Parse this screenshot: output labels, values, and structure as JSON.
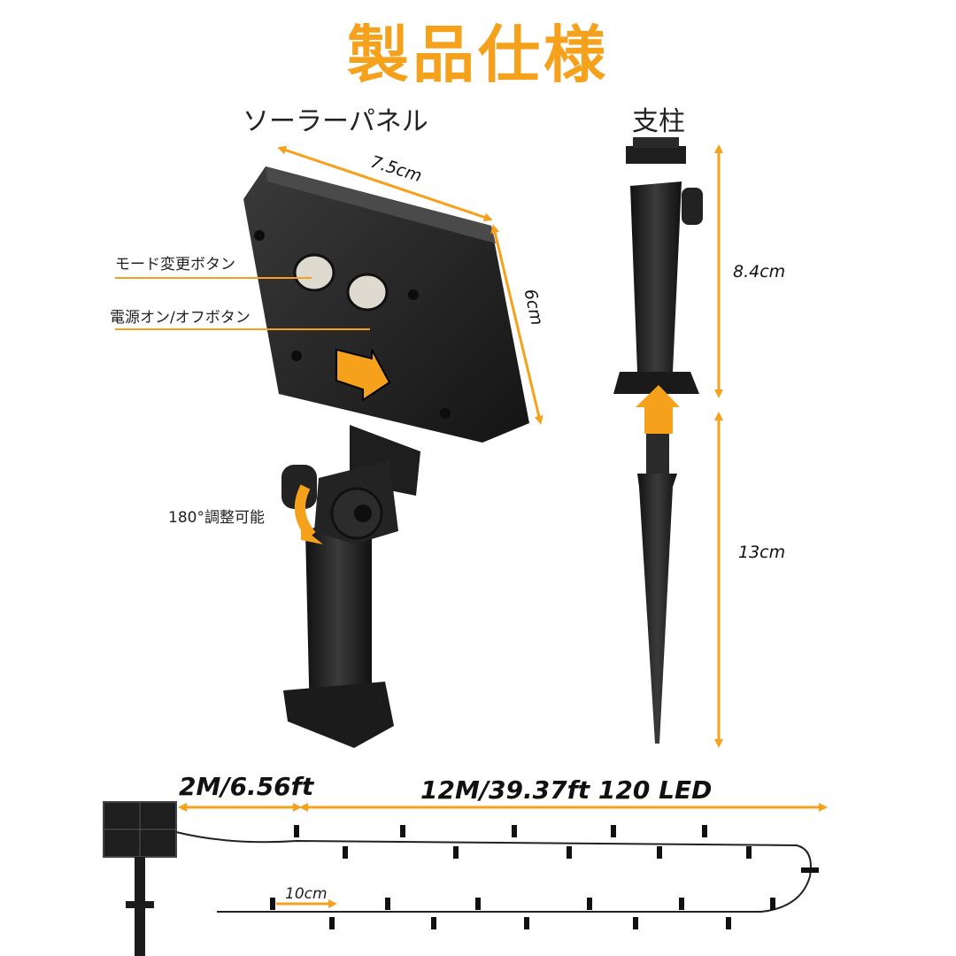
{
  "title": "製品仕様",
  "solar_panel": {
    "heading": "ソーラーパネル",
    "width_label": "7.5cm",
    "height_label": "6cm",
    "mode_button_label": "モード変更ボタン",
    "power_button_label": "電源オン/オフボタン"
  },
  "bracket": {
    "rotate_label": "180°調整可能"
  },
  "stake": {
    "heading": "支柱",
    "upper_label": "8.4cm",
    "lower_label": "13cm"
  },
  "cable": {
    "lead_label": "2M/6.56ft",
    "string_label": "12M/39.37ft 120 LED",
    "spacing_label": "10cm"
  },
  "colors": {
    "accent": "#f5a11c",
    "product": "#1e1e1e"
  }
}
